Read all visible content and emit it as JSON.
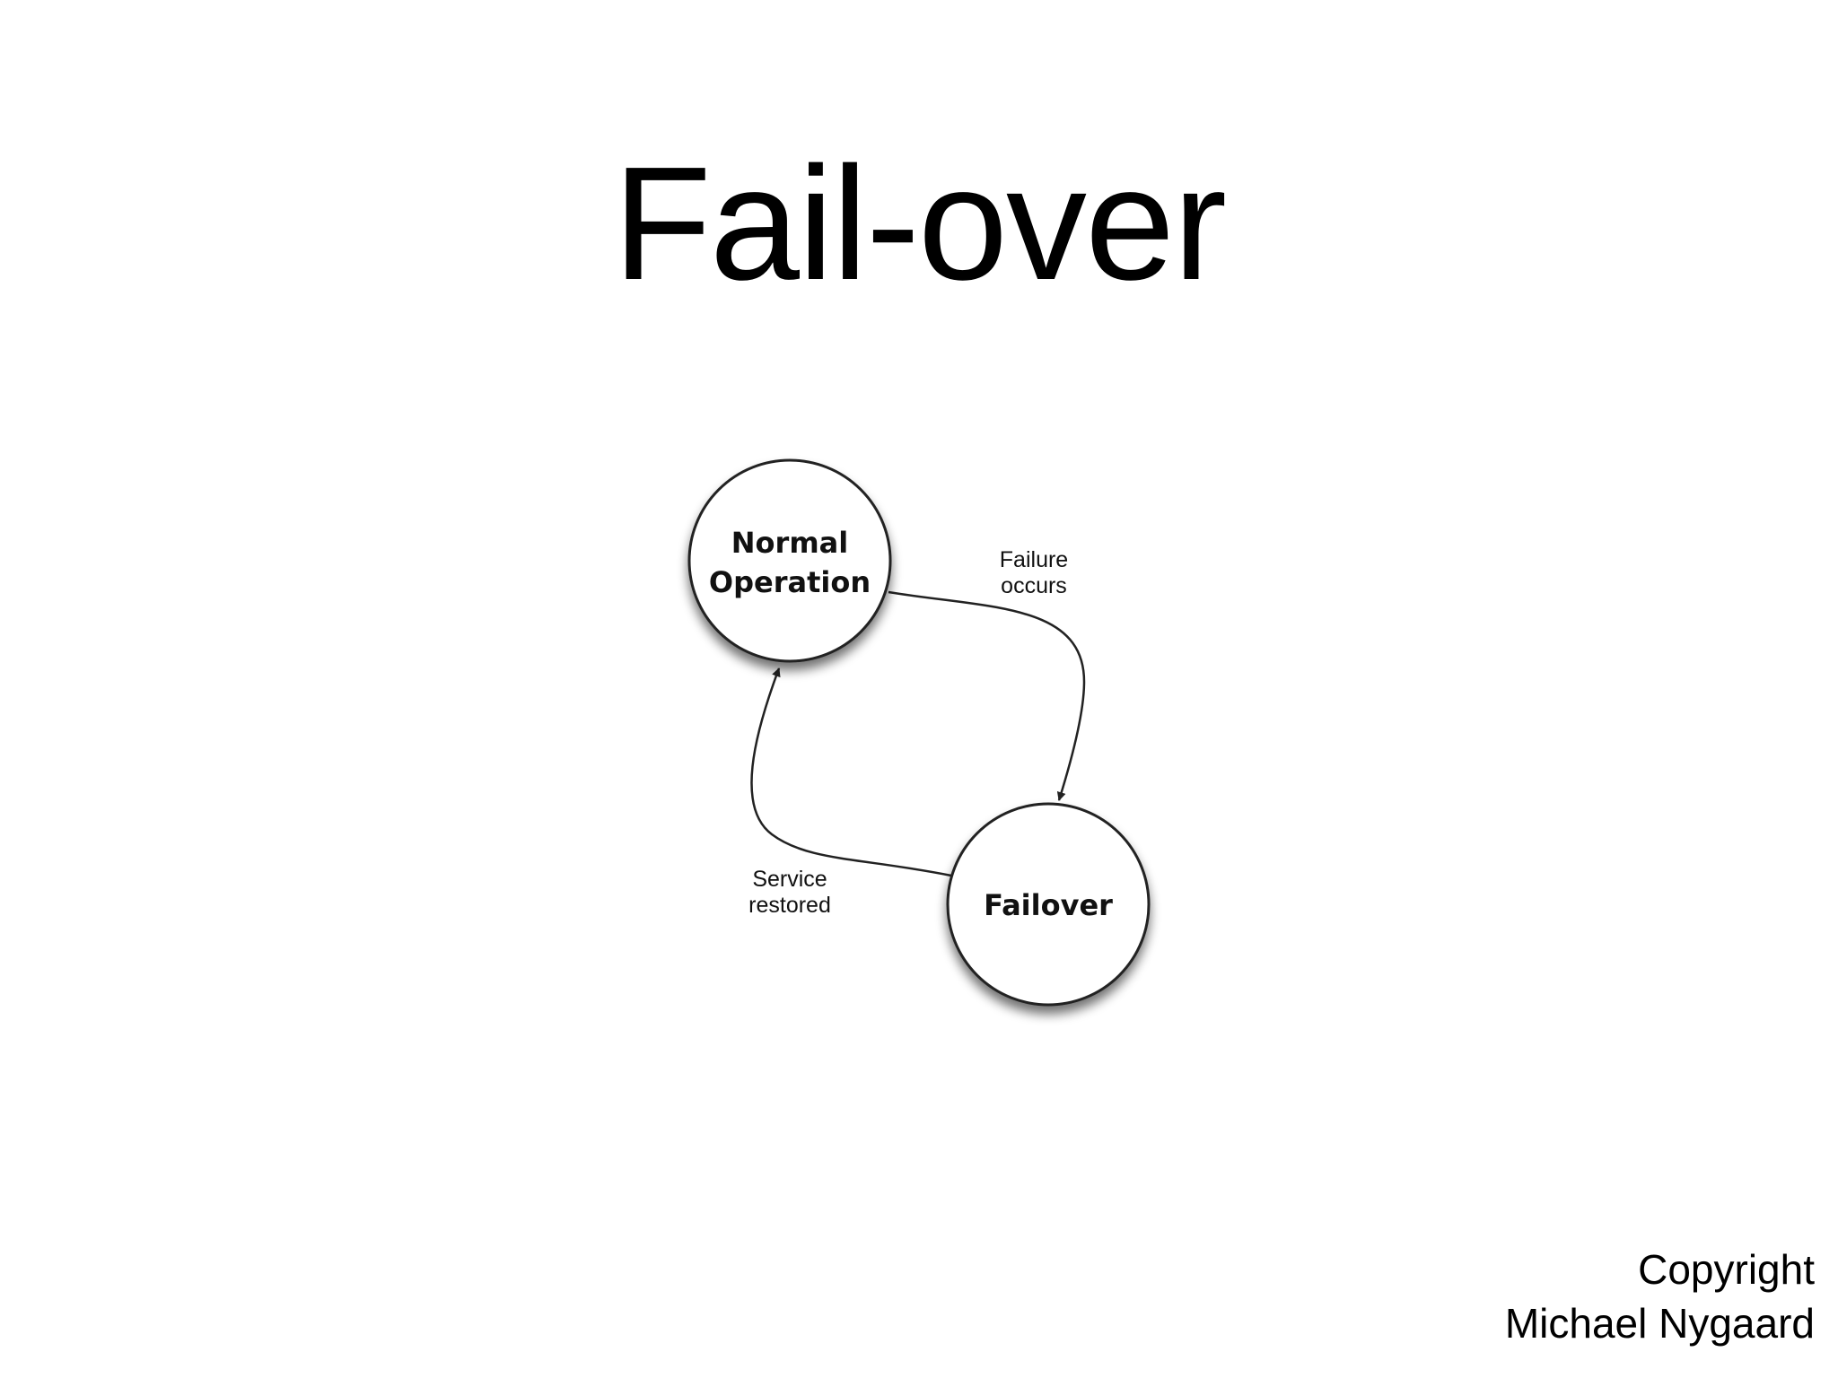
{
  "slide": {
    "title": "Fail-over"
  },
  "diagram": {
    "nodes": [
      {
        "id": "normal-operation",
        "lines": [
          "Normal",
          "Operation"
        ]
      },
      {
        "id": "failover",
        "lines": [
          "Failover"
        ]
      }
    ],
    "edges": [
      {
        "from": "normal-operation",
        "to": "failover",
        "label_lines": [
          "Failure",
          "occurs"
        ]
      },
      {
        "from": "failover",
        "to": "normal-operation",
        "label_lines": [
          "Service",
          "restored"
        ]
      }
    ]
  },
  "footer": {
    "copyright_line1": "Copyright",
    "copyright_line2": "Michael Nygaard"
  },
  "colors": {
    "background": "#ffffff",
    "text": "#000000",
    "node_fill": "#ffffff",
    "node_stroke": "#222222",
    "edge_stroke": "#222222"
  }
}
